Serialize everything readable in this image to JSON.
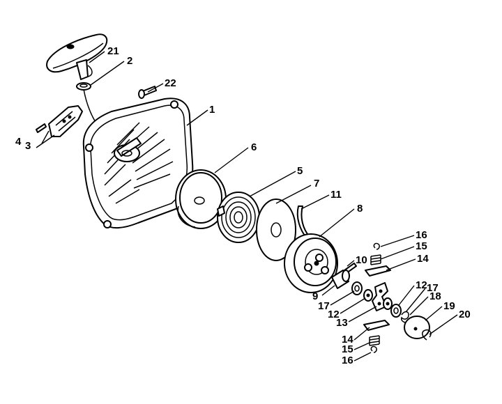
{
  "diagram": {
    "callouts": [
      {
        "id": "c21a",
        "text": "21"
      },
      {
        "id": "c2",
        "text": "2"
      },
      {
        "id": "c22",
        "text": "22"
      },
      {
        "id": "c1",
        "text": "1"
      },
      {
        "id": "c4",
        "text": "4"
      },
      {
        "id": "c3",
        "text": "3"
      },
      {
        "id": "c6",
        "text": "6"
      },
      {
        "id": "c5",
        "text": "5"
      },
      {
        "id": "c7",
        "text": "7"
      },
      {
        "id": "c11",
        "text": "11"
      },
      {
        "id": "c8",
        "text": "8"
      },
      {
        "id": "c16a",
        "text": "16"
      },
      {
        "id": "c15a",
        "text": "15"
      },
      {
        "id": "c10",
        "text": "10"
      },
      {
        "id": "c14a",
        "text": "14"
      },
      {
        "id": "c9",
        "text": "9"
      },
      {
        "id": "c12a",
        "text": "12"
      },
      {
        "id": "c17a",
        "text": "17"
      },
      {
        "id": "c17b",
        "text": "17"
      },
      {
        "id": "c18",
        "text": "18"
      },
      {
        "id": "c12b",
        "text": "12"
      },
      {
        "id": "c13",
        "text": "13"
      },
      {
        "id": "c19",
        "text": "19"
      },
      {
        "id": "c20",
        "text": "20"
      },
      {
        "id": "c14b",
        "text": "14"
      },
      {
        "id": "c15b",
        "text": "15"
      },
      {
        "id": "c16b",
        "text": "16"
      }
    ]
  }
}
